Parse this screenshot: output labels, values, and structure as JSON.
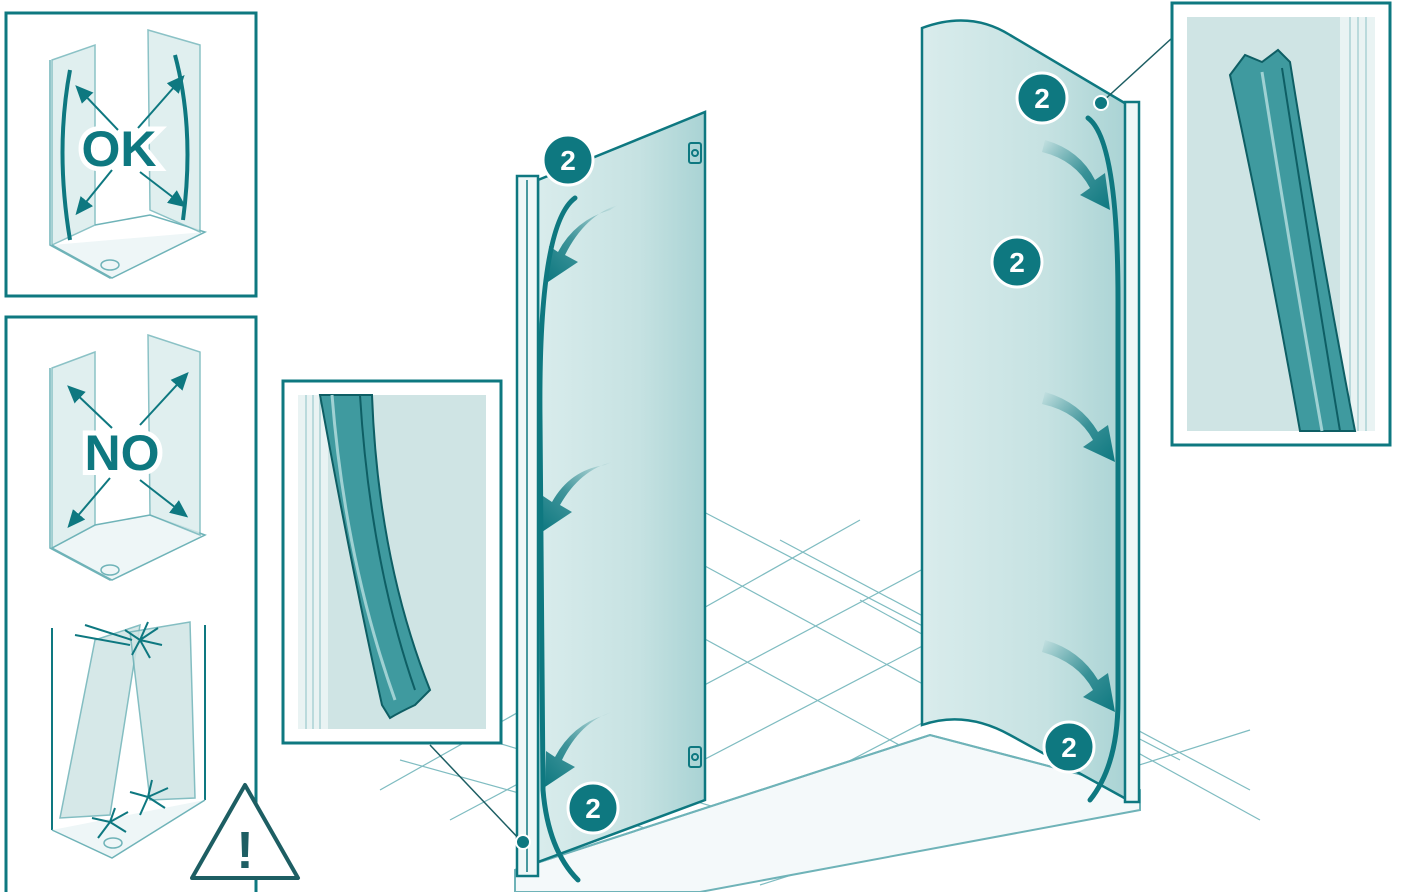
{
  "panels": {
    "ok": {
      "label": "OK"
    },
    "no": {
      "label": "NO"
    }
  },
  "warning": {
    "symbol": "!"
  },
  "step_badges": [
    "2",
    "2",
    "2",
    "2",
    "2"
  ],
  "colors": {
    "teal": "#0e7880",
    "dark_teal": "#1d5e63",
    "glass": "#cfe6e6",
    "glass_dark": "#b3d8d8",
    "floor_line": "#6fb3b8"
  },
  "icons": [
    "warning-triangle-icon",
    "glass-crack-icon",
    "direction-arrow-icon",
    "drain-icon"
  ]
}
